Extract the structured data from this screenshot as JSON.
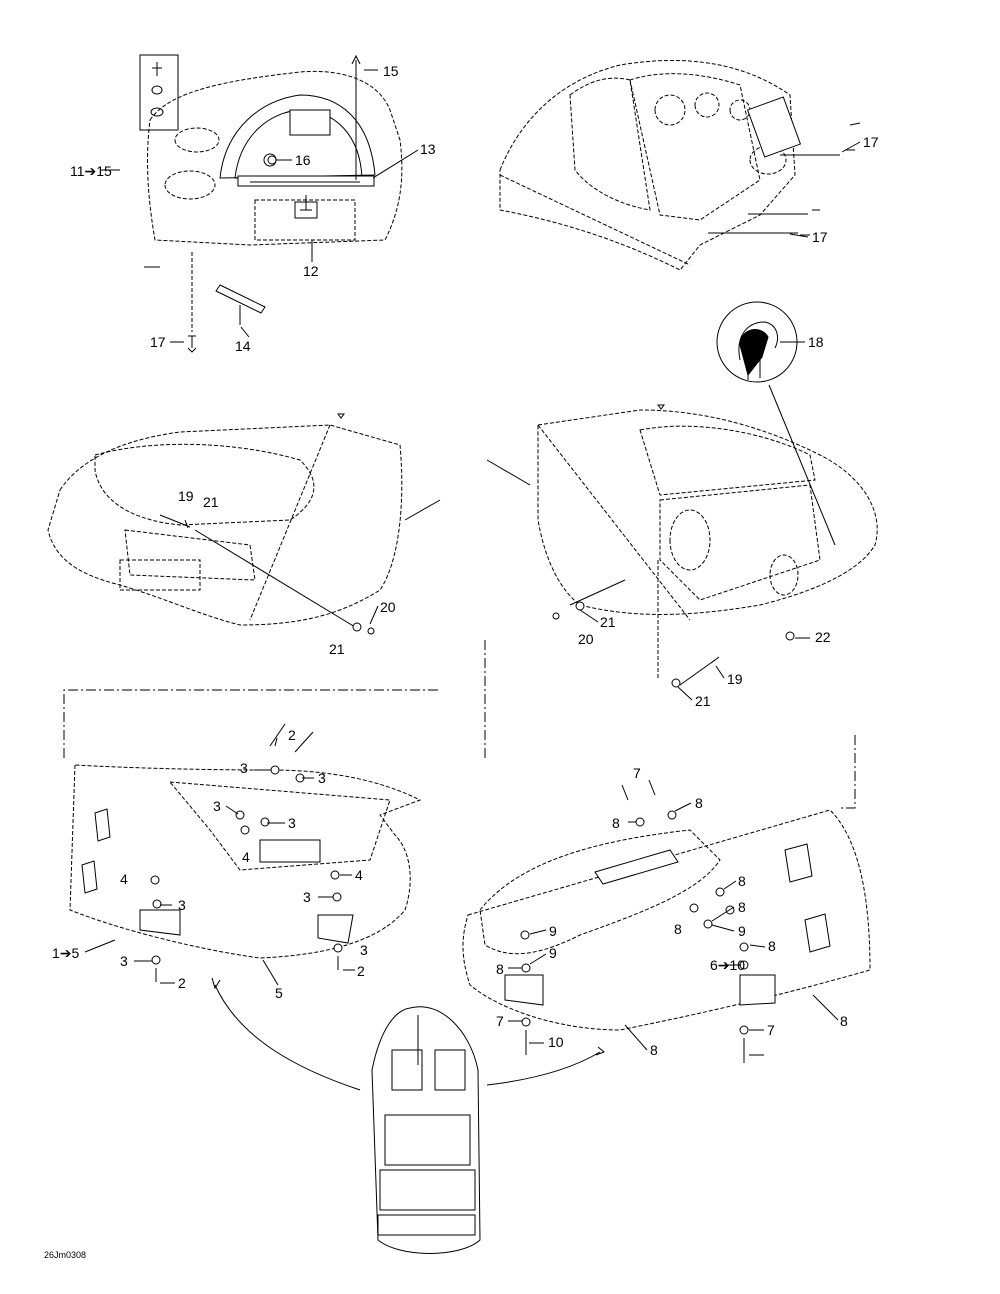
{
  "drawing": {
    "code": "26Jm0308",
    "callouts": [
      {
        "id": "c15",
        "text": "15"
      },
      {
        "id": "c11",
        "text": "11➔15"
      },
      {
        "id": "c16",
        "text": "16"
      },
      {
        "id": "c13",
        "text": "13"
      },
      {
        "id": "c12",
        "text": "12"
      },
      {
        "id": "c17a",
        "text": "17"
      },
      {
        "id": "c14",
        "text": "14"
      },
      {
        "id": "c17b",
        "text": "17"
      },
      {
        "id": "c17c",
        "text": "17"
      },
      {
        "id": "c18",
        "text": "18"
      },
      {
        "id": "c19a",
        "text": "19"
      },
      {
        "id": "c21a",
        "text": "21"
      },
      {
        "id": "c20a",
        "text": "20"
      },
      {
        "id": "c21b",
        "text": "21"
      },
      {
        "id": "c21c",
        "text": "21"
      },
      {
        "id": "c20b",
        "text": "20"
      },
      {
        "id": "c22",
        "text": "22"
      },
      {
        "id": "c19b",
        "text": "19"
      },
      {
        "id": "c21d",
        "text": "21"
      },
      {
        "id": "c2a",
        "text": "2"
      },
      {
        "id": "c3a",
        "text": "3"
      },
      {
        "id": "c3b",
        "text": "3"
      },
      {
        "id": "c3c",
        "text": "3"
      },
      {
        "id": "c3d",
        "text": "3"
      },
      {
        "id": "c4a",
        "text": "4"
      },
      {
        "id": "c4b",
        "text": "4"
      },
      {
        "id": "c4c",
        "text": "4"
      },
      {
        "id": "c3e",
        "text": "3"
      },
      {
        "id": "c3f",
        "text": "3"
      },
      {
        "id": "c1",
        "text": "1➔5"
      },
      {
        "id": "c3g",
        "text": "3"
      },
      {
        "id": "c3h",
        "text": "3"
      },
      {
        "id": "c2b",
        "text": "2"
      },
      {
        "id": "c2c",
        "text": "2"
      },
      {
        "id": "c5",
        "text": "5"
      },
      {
        "id": "c7a",
        "text": "7"
      },
      {
        "id": "c8a",
        "text": "8"
      },
      {
        "id": "c8b",
        "text": "8"
      },
      {
        "id": "c8c",
        "text": "8"
      },
      {
        "id": "c9a",
        "text": "9"
      },
      {
        "id": "c8d",
        "text": "8"
      },
      {
        "id": "c9b",
        "text": "9"
      },
      {
        "id": "c9c",
        "text": "9"
      },
      {
        "id": "c8e",
        "text": "8"
      },
      {
        "id": "c8f",
        "text": "8"
      },
      {
        "id": "c8g",
        "text": "8"
      },
      {
        "id": "c6",
        "text": "6➔10"
      },
      {
        "id": "c8h",
        "text": "8"
      },
      {
        "id": "c7b",
        "text": "7"
      },
      {
        "id": "c10",
        "text": "10"
      },
      {
        "id": "c8i",
        "text": "8"
      },
      {
        "id": "c7c",
        "text": "7"
      }
    ]
  }
}
